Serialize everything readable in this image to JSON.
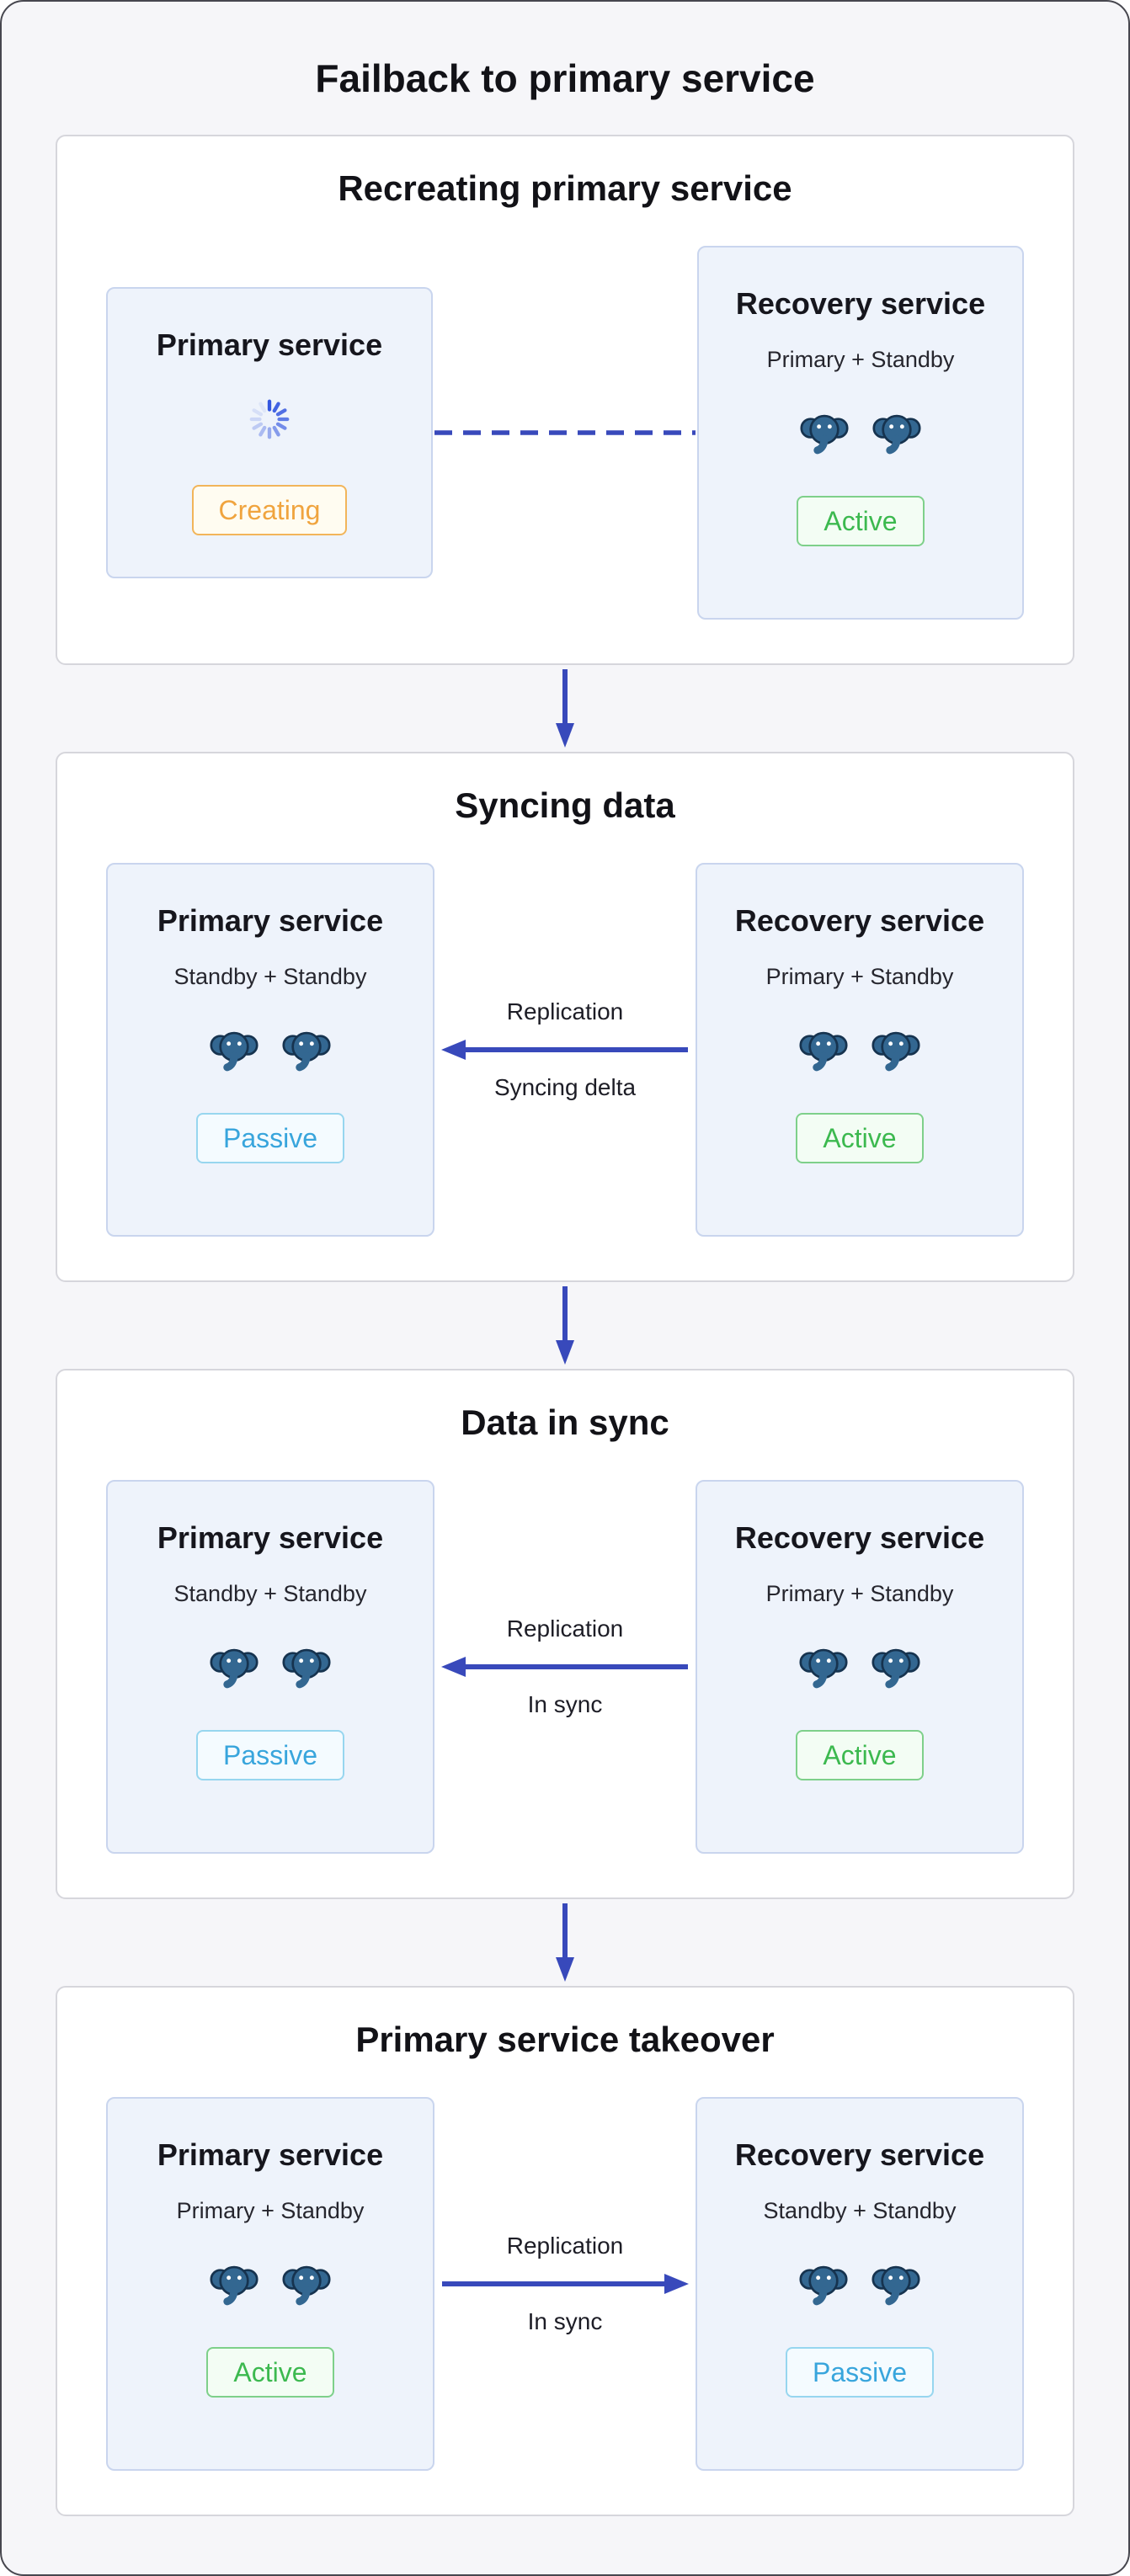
{
  "page": {
    "title": "Failback to primary service"
  },
  "colors": {
    "arrow_blue": "#3849bb",
    "active_green": "#3cb94f",
    "passive_blue": "#38a5dc",
    "creating_orange": "#f0a43e",
    "elephant_blue": "#336791",
    "card_background": "#eef3fb"
  },
  "icons": {
    "database": "postgres-elephant-icon",
    "loading": "spinner-icon",
    "flow": "arrow-down-icon"
  },
  "stages": [
    {
      "title": "Recreating primary service",
      "primary": {
        "title": "Primary service",
        "status": "Creating"
      },
      "recovery": {
        "title": "Recovery service",
        "subtitle": "Primary + Standby",
        "status": "Active"
      },
      "connector": {
        "style": "dashed-line",
        "label_top": "",
        "label_bottom": ""
      }
    },
    {
      "title": "Syncing data",
      "primary": {
        "title": "Primary service",
        "subtitle": "Standby + Standby",
        "status": "Passive"
      },
      "recovery": {
        "title": "Recovery service",
        "subtitle": "Primary + Standby",
        "status": "Active"
      },
      "connector": {
        "style": "arrow-left",
        "label_top": "Replication",
        "label_bottom": "Syncing delta"
      }
    },
    {
      "title": "Data in sync",
      "primary": {
        "title": "Primary service",
        "subtitle": "Standby + Standby",
        "status": "Passive"
      },
      "recovery": {
        "title": "Recovery service",
        "subtitle": "Primary + Standby",
        "status": "Active"
      },
      "connector": {
        "style": "arrow-left",
        "label_top": "Replication",
        "label_bottom": "In sync"
      }
    },
    {
      "title": "Primary service takeover",
      "primary": {
        "title": "Primary service",
        "subtitle": "Primary + Standby",
        "status": "Active"
      },
      "recovery": {
        "title": "Recovery service",
        "subtitle": "Standby + Standby",
        "status": "Passive"
      },
      "connector": {
        "style": "arrow-right",
        "label_top": "Replication",
        "label_bottom": "In sync"
      }
    }
  ]
}
